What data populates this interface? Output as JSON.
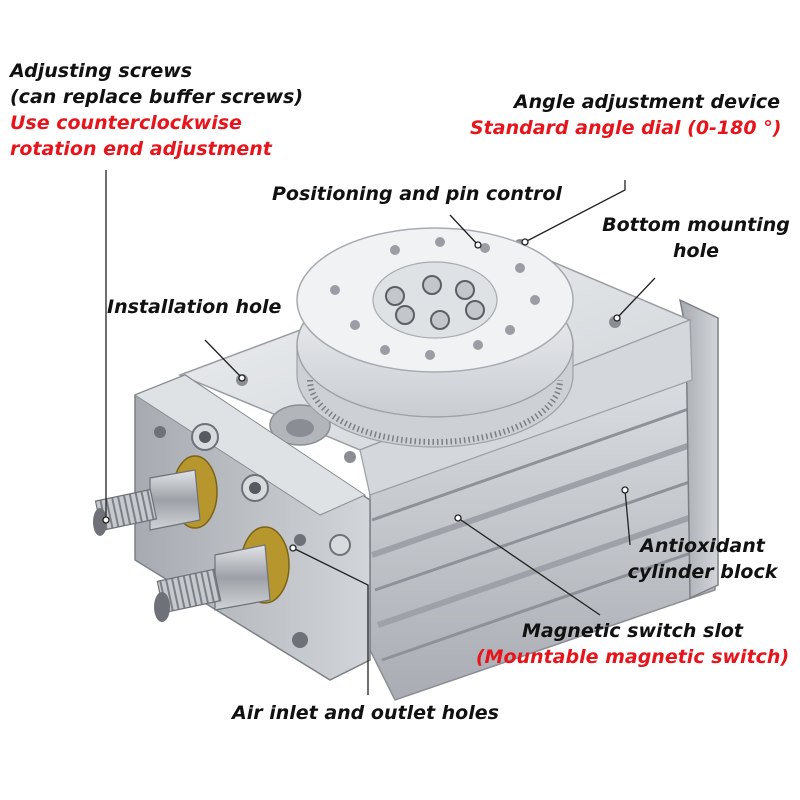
{
  "colors": {
    "text": "#111111",
    "highlight": "#e8141b",
    "leader": "#222222",
    "metal_light": "#e4e6e9",
    "metal_mid": "#b9bdc2",
    "metal_dark": "#7c8086",
    "brass": "#b8962e"
  },
  "callouts": {
    "adjusting_screws": {
      "line1": "Adjusting screws",
      "line2": "(can replace buffer screws)",
      "note1": "Use counterclockwise",
      "note2": "rotation end adjustment"
    },
    "angle_adjustment": {
      "title": "Angle adjustment device",
      "note": "Standard angle dial (0-180 °)"
    },
    "positioning": {
      "title": "Positioning and pin control"
    },
    "bottom_mounting": {
      "line1": "Bottom mounting",
      "line2": "hole"
    },
    "installation_hole": {
      "title": "Installation hole"
    },
    "cylinder_block": {
      "line1": "Antioxidant",
      "line2": "cylinder block"
    },
    "magnetic_switch": {
      "title": "Magnetic switch slot",
      "note": "(Mountable magnetic switch)"
    },
    "air_holes": {
      "title": "Air inlet and outlet holes"
    }
  }
}
